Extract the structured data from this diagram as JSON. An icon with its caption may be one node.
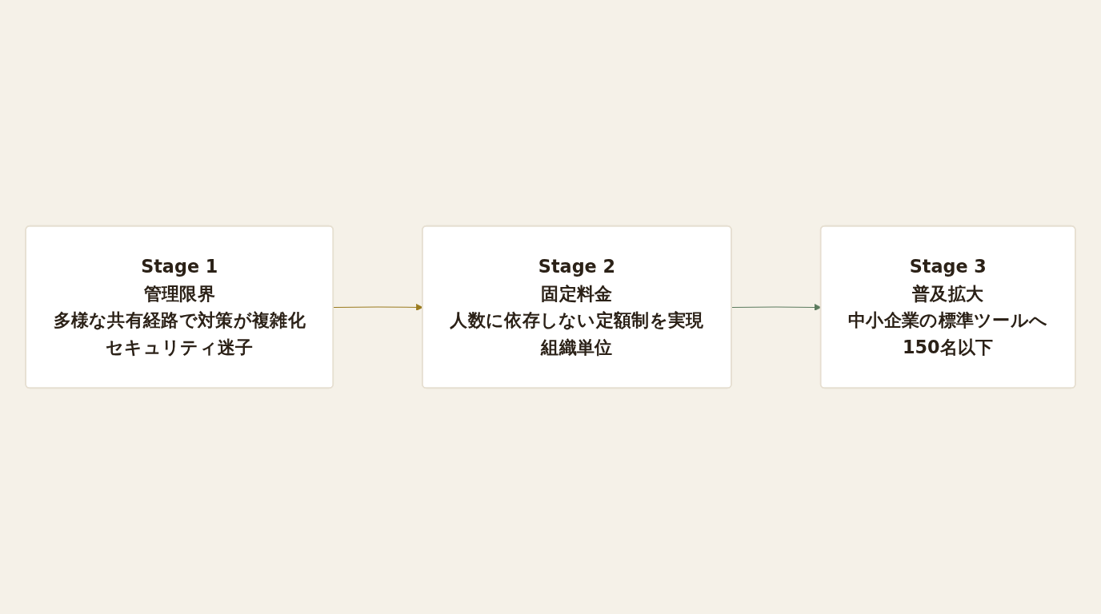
{
  "diagram": {
    "nodes": [
      {
        "text": [
          "Stage 1",
          "管理限界",
          "多様な共有経路で対策が複雑化",
          "セキュリティ迷子"
        ]
      },
      {
        "text": [
          "Stage 2",
          "固定料金",
          "人数に依存しない定額制を実現",
          "組織単位"
        ]
      },
      {
        "text": [
          "Stage 3",
          "普及拡大",
          "中小企業の標準ツールへ",
          "150名以下"
        ]
      }
    ],
    "edges": [
      {
        "from": 0,
        "to": 1,
        "arrow": "to",
        "color": "#9a7b1f"
      },
      {
        "from": 1,
        "to": 2,
        "arrow": "to",
        "color": "#5b7b5e"
      }
    ]
  }
}
